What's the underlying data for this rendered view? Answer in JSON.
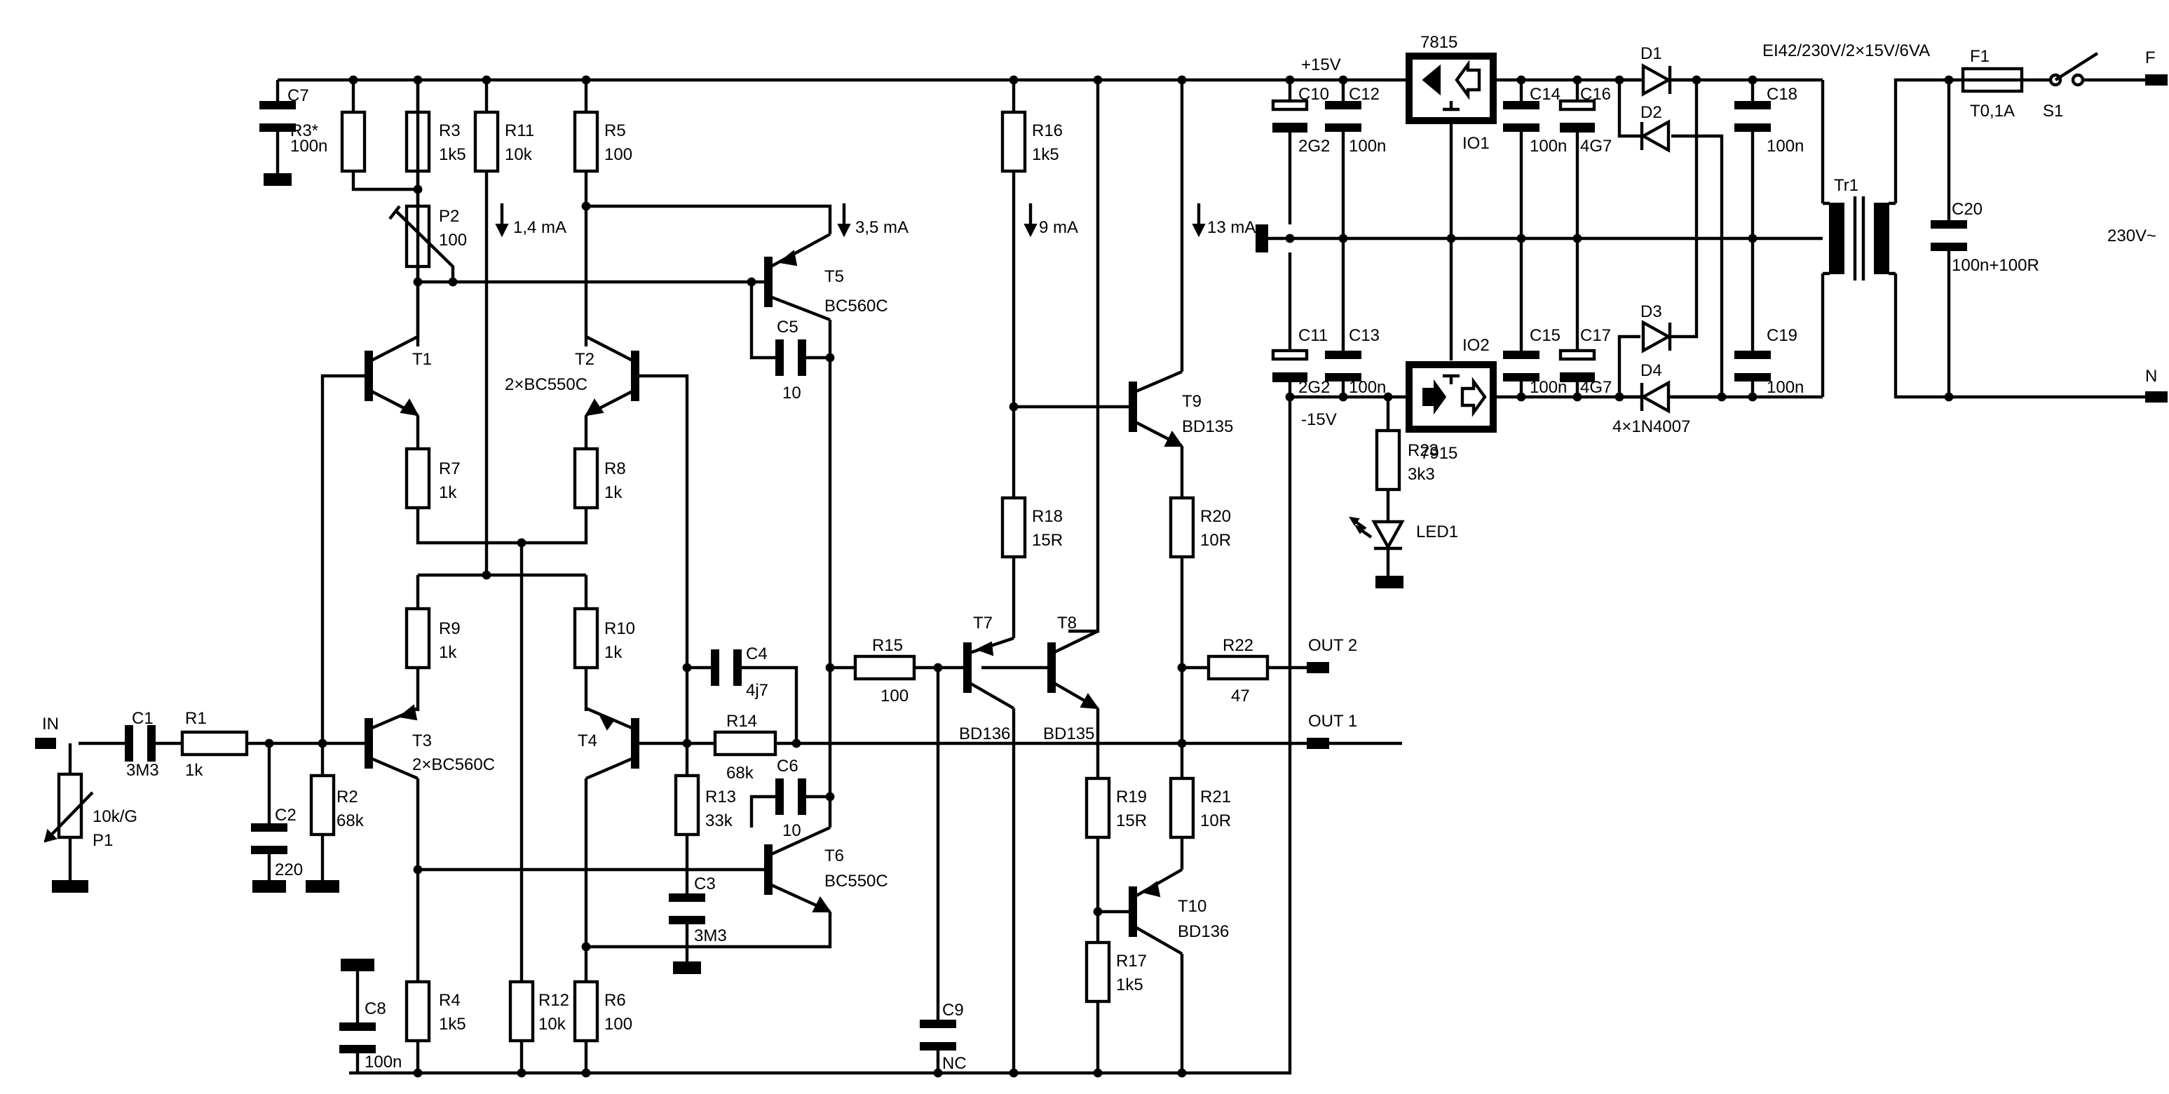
{
  "rails": {
    "pos": "+15V",
    "neg": "-15V"
  },
  "terminals": {
    "in": "IN",
    "out1": "OUT 1",
    "out2": "OUT 2",
    "phase": "F",
    "neutral": "N",
    "mains": "230V~"
  },
  "currents": {
    "i1": "1,4 mA",
    "i2": "3,5 mA",
    "i3": "9 mA",
    "i4": "13 mA"
  },
  "transformer": {
    "label": "Tr1",
    "spec": "EI42/230V/2×15V/6VA"
  },
  "fuse": {
    "ref": "F1",
    "value": "T0,1A"
  },
  "switch": {
    "ref": "S1"
  },
  "regulators": {
    "pos": {
      "ref": "IO1",
      "part": "7815"
    },
    "neg": {
      "ref": "IO2",
      "part": "7915"
    }
  },
  "diodes": {
    "d1": "D1",
    "d2": "D2",
    "d3": "D3",
    "d4": "D4",
    "part": "4×1N4007"
  },
  "led": "LED1",
  "resistors": {
    "r1": [
      "R1",
      "1k"
    ],
    "r2": [
      "R2",
      "68k"
    ],
    "r3": [
      "R3",
      "1k5"
    ],
    "r3s": [
      "R3*",
      ""
    ],
    "r4": [
      "R4",
      "1k5"
    ],
    "r5": [
      "R5",
      "100"
    ],
    "r6": [
      "R6",
      "100"
    ],
    "r7": [
      "R7",
      "1k"
    ],
    "r8": [
      "R8",
      "1k"
    ],
    "r9": [
      "R9",
      "1k"
    ],
    "r10": [
      "R10",
      "1k"
    ],
    "r11": [
      "R11",
      "10k"
    ],
    "r12": [
      "R12",
      "10k"
    ],
    "r13": [
      "R13",
      "33k"
    ],
    "r14": [
      "R14",
      "68k"
    ],
    "r15": [
      "R15",
      "100"
    ],
    "r16": [
      "R16",
      "1k5"
    ],
    "r17": [
      "R17",
      "1k5"
    ],
    "r18": [
      "R18",
      "15R"
    ],
    "r19": [
      "R19",
      "15R"
    ],
    "r20": [
      "R20",
      "10R"
    ],
    "r21": [
      "R21",
      "10R"
    ],
    "r22": [
      "R22",
      "47"
    ],
    "r23": [
      "R23",
      "3k3"
    ]
  },
  "pots": {
    "p1": [
      "P1",
      "10k/G"
    ],
    "p2": [
      "P2",
      "100"
    ]
  },
  "capacitors": {
    "c1": [
      "C1",
      "3M3"
    ],
    "c2": [
      "C2",
      "220"
    ],
    "c3": [
      "C3",
      "3M3"
    ],
    "c4": [
      "C4",
      "4j7"
    ],
    "c5": [
      "C5",
      "10"
    ],
    "c6": [
      "C6",
      "10"
    ],
    "c7": [
      "C7",
      "100n"
    ],
    "c8": [
      "C8",
      "100n"
    ],
    "c9": [
      "C9",
      "NC"
    ],
    "c10": [
      "C10",
      "2G2"
    ],
    "c11": [
      "C11",
      "2G2"
    ],
    "c12": [
      "C12",
      "100n"
    ],
    "c13": [
      "C13",
      "100n"
    ],
    "c14": [
      "C14",
      "100n"
    ],
    "c15": [
      "C15",
      "100n"
    ],
    "c16": [
      "C16",
      "4G7"
    ],
    "c17": [
      "C17",
      "4G7"
    ],
    "c18": [
      "C18",
      "100n"
    ],
    "c19": [
      "C19",
      "100n"
    ],
    "c20": [
      "C20",
      "100n+100R"
    ]
  },
  "transistors": {
    "t1": "T1",
    "t2": "T2",
    "t12_part": "2×BC550C",
    "t3": "T3",
    "t4": "T4",
    "t34_part": "2×BC560C",
    "t5": [
      "T5",
      "BC560C"
    ],
    "t6": [
      "T6",
      "BC550C"
    ],
    "t7": [
      "T7",
      "BD136"
    ],
    "t8": [
      "T8",
      "BD135"
    ],
    "t9": [
      "T9",
      "BD135"
    ],
    "t10": [
      "T10",
      "BD136"
    ]
  }
}
